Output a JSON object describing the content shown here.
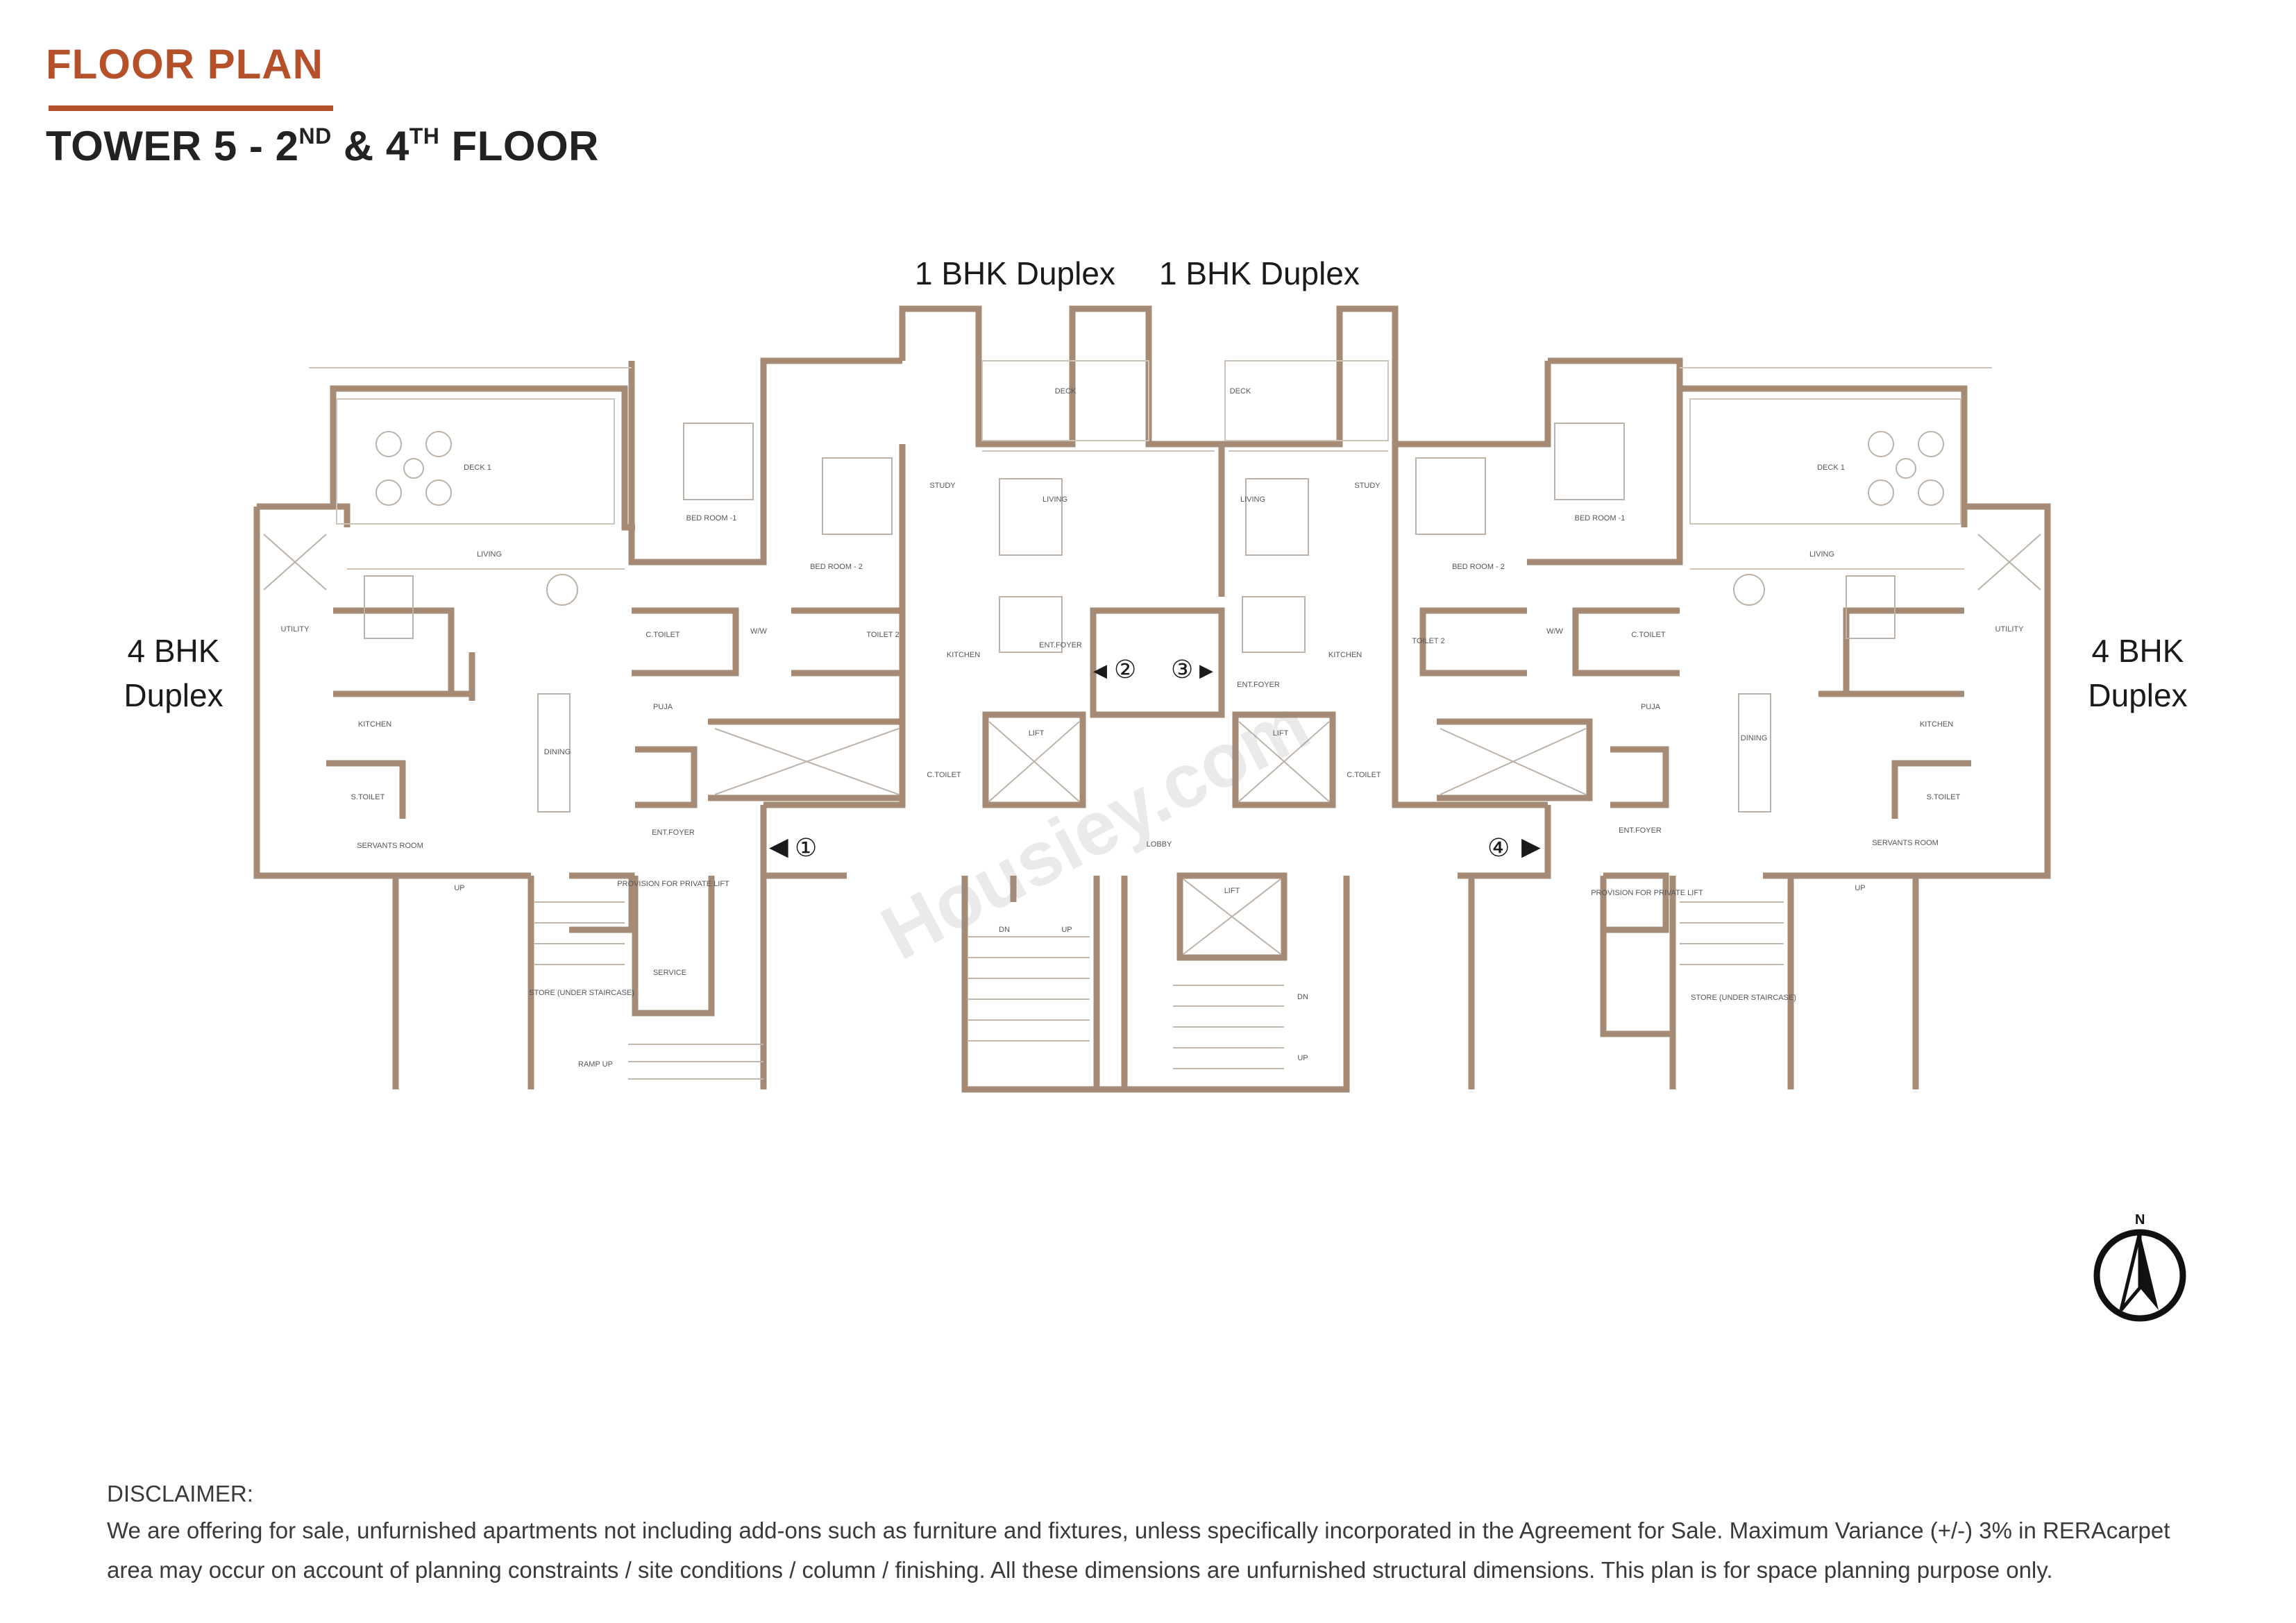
{
  "header": {
    "title": "FLOOR PLAN",
    "subtitle_parts": [
      "TOWER 5 - 2",
      "ND",
      " & 4",
      "TH",
      " FLOOR"
    ]
  },
  "units": {
    "top_left": "1 BHK Duplex",
    "top_right": "1 BHK Duplex",
    "left": [
      "4 BHK",
      "Duplex"
    ],
    "right": [
      "4 BHK",
      "Duplex"
    ]
  },
  "markers": [
    "①",
    "②",
    "③",
    "④"
  ],
  "rooms": {
    "deck1": "DECK 1",
    "deck": "DECK",
    "living": "LIVING",
    "bed1": "BED ROOM -1",
    "bed2": "BED ROOM - 2",
    "study": "STUDY",
    "utility": "UTILITY",
    "kitchen": "KITCHEN",
    "ctoilet": "C.TOILET",
    "wiw": "W/W",
    "toilet2": "TOILET 2",
    "puja": "PUJA",
    "dining": "DINING",
    "stoilet": "S.TOILET",
    "servants": "SERVANTS ROOM",
    "entfoyer": "ENT.FOYER",
    "lift": "LIFT",
    "lobby": "LOBBY",
    "service": "SERVICE",
    "provision": "PROVISION FOR PRIVATE LIFT",
    "store": "STORE (UNDER STAIRCASE)",
    "ramp": "RAMP UP",
    "up": "UP",
    "dn": "DN"
  },
  "compass_label": "N",
  "watermark": "Housiey.com",
  "disclaimer": {
    "heading": "DISCLAIMER:",
    "line1": "We are offering for sale, unfurnished apartments not including add-ons such as furniture and fixtures, unless specifically incorporated in the Agreement for Sale. Maximum Variance (+/-) 3% in RERAcarpet",
    "line2": "area may occur on account of planning constraints / site conditions / column / finishing. All these dimensions are unfurnished structural dimensions. This plan is for space planning purpose only."
  },
  "colors": {
    "accent": "#b5512a",
    "wall": "#a58b76",
    "text": "#222222"
  }
}
